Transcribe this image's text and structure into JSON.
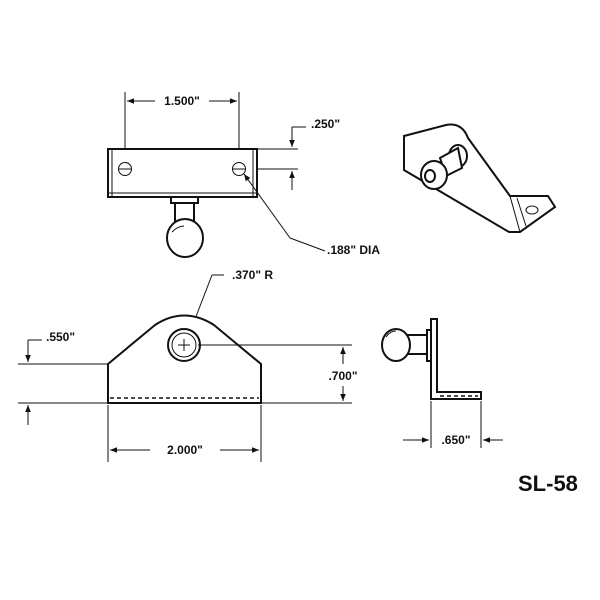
{
  "dimensions": {
    "top_width": "1.500\"",
    "hole_offset": ".250\"",
    "hole_dia": ".188\" DIA",
    "radius": ".370\" R",
    "left_height": ".550\"",
    "stud_height": ".700\"",
    "base_width": "2.000\"",
    "side_depth": ".650\""
  },
  "part_number": "SL-58"
}
